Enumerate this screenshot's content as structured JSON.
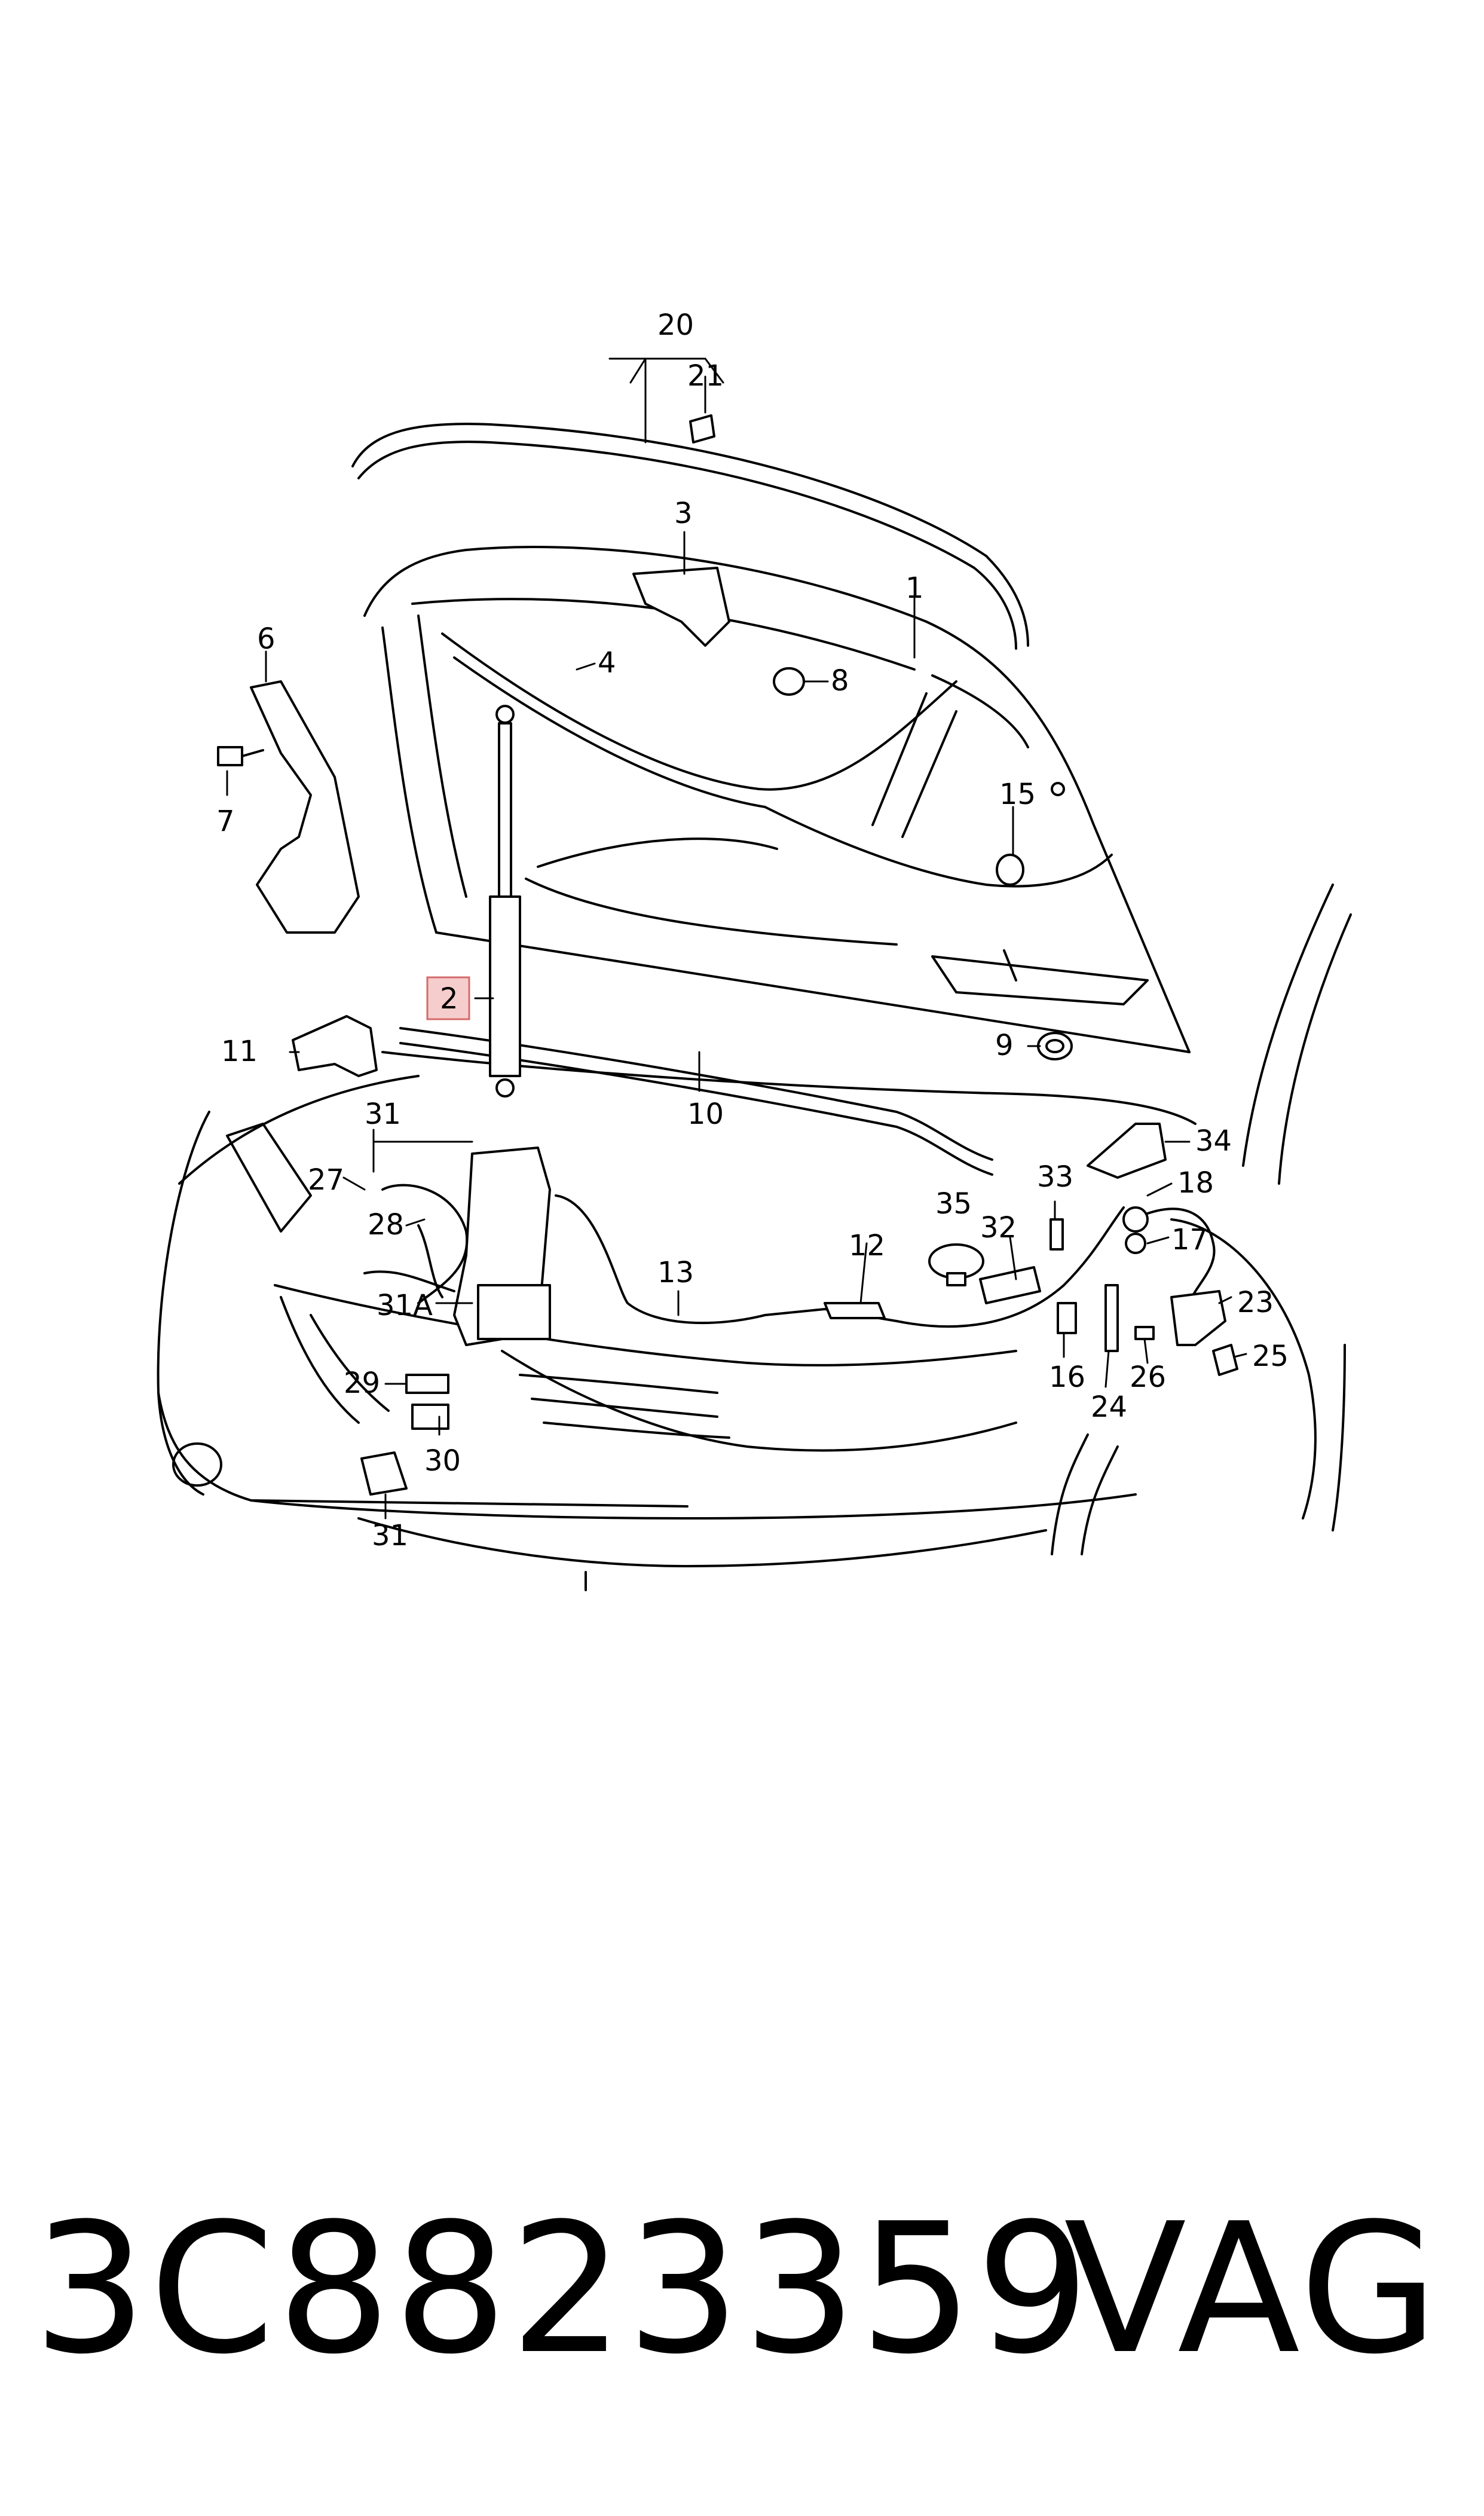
{
  "callouts": {
    "c1": "1",
    "c2": "2",
    "c3": "3",
    "c4": "4",
    "c6": "6",
    "c7": "7",
    "c8": "8",
    "c9": "9",
    "c10": "10",
    "c11": "11",
    "c12": "12",
    "c13": "13",
    "c15": "15",
    "c16": "16",
    "c17": "17",
    "c18": "18",
    "c20": "20",
    "c21": "21",
    "c23": "23",
    "c24": "24",
    "c25": "25",
    "c26": "26",
    "c27": "27",
    "c28": "28",
    "c29": "29",
    "c30": "30",
    "c31a": "31",
    "c31b": "31",
    "c31A": "31A",
    "c32": "32",
    "c33": "33",
    "c34": "34",
    "c35": "35"
  },
  "highlighted_callout": "2",
  "highlight_color": "#f6cdcd",
  "footer": {
    "part_number": "3C8823359",
    "brand": "VAG"
  }
}
